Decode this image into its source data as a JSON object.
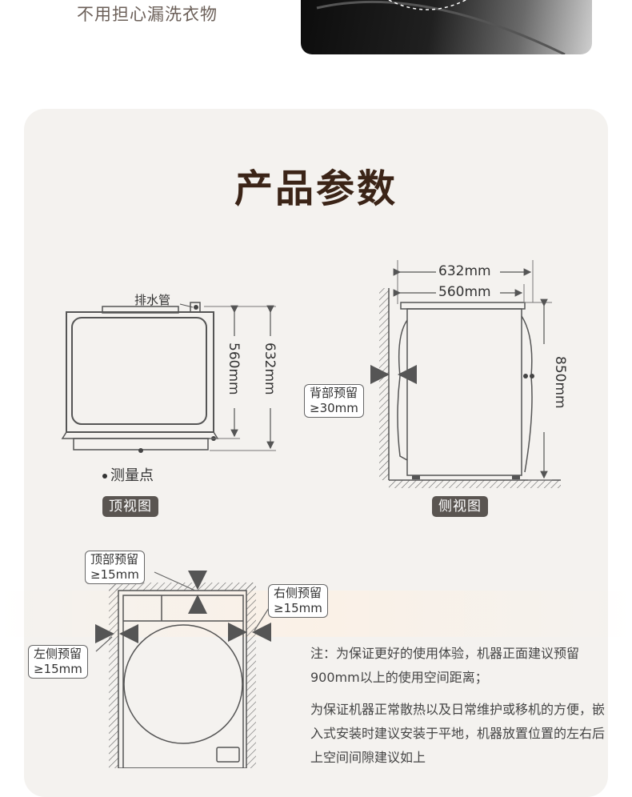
{
  "header": {
    "tagline": "不用担心漏洗衣物"
  },
  "section": {
    "title": "产品参数"
  },
  "top_view": {
    "drain_label": "排水管",
    "dim_depth_inner": "560mm",
    "dim_depth_outer": "632mm",
    "measure_point": "测量点",
    "caption": "顶视图"
  },
  "side_view": {
    "dim_top_outer": "632mm",
    "dim_top_inner": "560mm",
    "dim_height": "850mm",
    "back_clearance_label": "背部预留",
    "back_clearance_value": "≥30mm",
    "caption": "侧视图"
  },
  "front_view": {
    "top_clearance_label": "顶部预留",
    "top_clearance_value": "≥15mm",
    "right_clearance_label": "右侧预留",
    "right_clearance_value": "≥15mm",
    "left_clearance_label": "左侧预留",
    "left_clearance_value": "≥15mm"
  },
  "notes": {
    "note1": "注：为保证更好的使用体验，机器正面建议预留900mm以上的使用空间距离；",
    "note2": "为保证机器正常散热以及日常维护或移机的方便，嵌入式安装时建议安装于平地，机器放置位置的左右后上空间间隙建议如上"
  }
}
